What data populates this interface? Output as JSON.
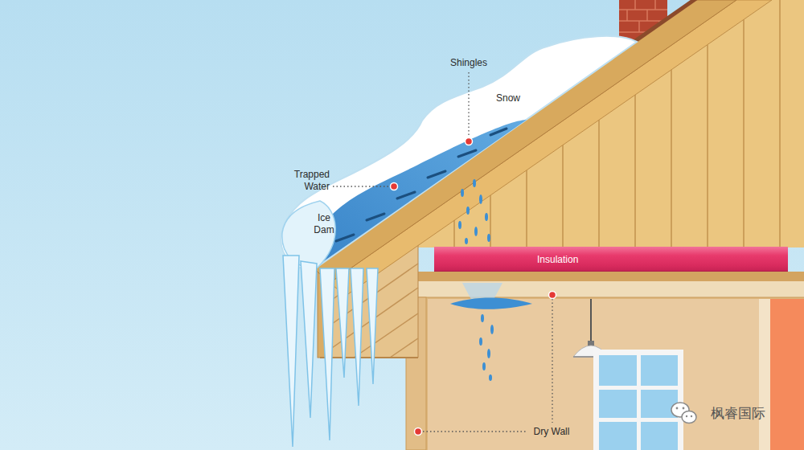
{
  "diagram": {
    "nodes": [
      {
        "text": [
          "Insulation"
        ]
      }
    ],
    "labels": [
      "Shingles",
      "Snow",
      "Trapped Water",
      "Ice Dam",
      "Dry Wall",
      "枫睿国际"
    ]
  }
}
